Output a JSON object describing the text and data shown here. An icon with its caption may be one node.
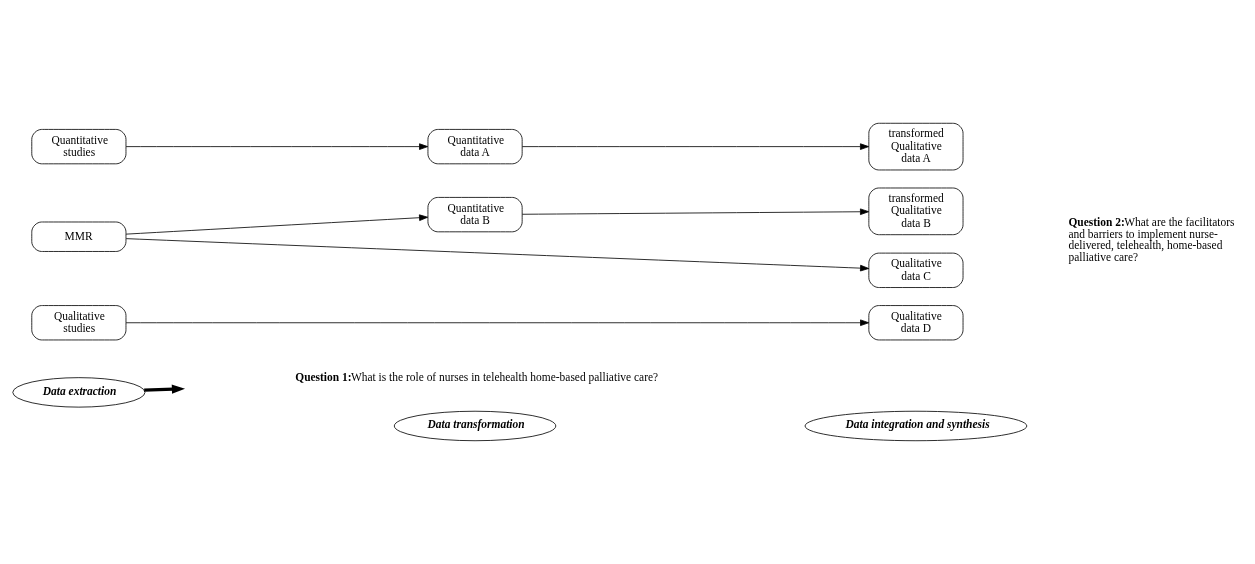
{
  "diagram": {
    "nodes": [
      {
        "text": [
          "Data extraction"
        ]
      },
      {
        "text": [
          "Question 1:",
          "What is the role of nurses in telehealth home-based palliative care?"
        ]
      },
      {
        "text": [
          "Data transformation"
        ]
      },
      {
        "text": [
          "Data integration and synthesis"
        ]
      },
      {
        "text": [
          "Quantitative studies"
        ]
      },
      {
        "text": [
          "Quantitative data A"
        ]
      },
      {
        "text": [
          "transformed Qualitative data A"
        ]
      },
      {
        "text": [
          "Quantitative data B"
        ]
      },
      {
        "text": [
          "transformed Qualitative data B"
        ]
      },
      {
        "text": [
          "MMR"
        ]
      },
      {
        "text": [
          "Qualitative data C"
        ]
      },
      {
        "text": [
          "Qualitative studies"
        ]
      },
      {
        "text": [
          "Qualitative data D"
        ]
      },
      {
        "text": [
          "Question 2:",
          "What are the facilitators and barriers to implement nurse-delivered, telehealth, home-based palliative care?"
        ]
      }
    ],
    "edges": [
      {
        "from": 0,
        "to": 1,
        "arrow": "to",
        "style": "thick"
      },
      {
        "from": 4,
        "to": 5,
        "arrow": "to"
      },
      {
        "from": 5,
        "to": 6,
        "arrow": "to"
      },
      {
        "from": 9,
        "to": 7,
        "arrow": "to"
      },
      {
        "from": 7,
        "to": 8,
        "arrow": "to"
      },
      {
        "from": 9,
        "to": 10,
        "arrow": "to"
      },
      {
        "from": 11,
        "to": 12,
        "arrow": "to"
      }
    ]
  }
}
